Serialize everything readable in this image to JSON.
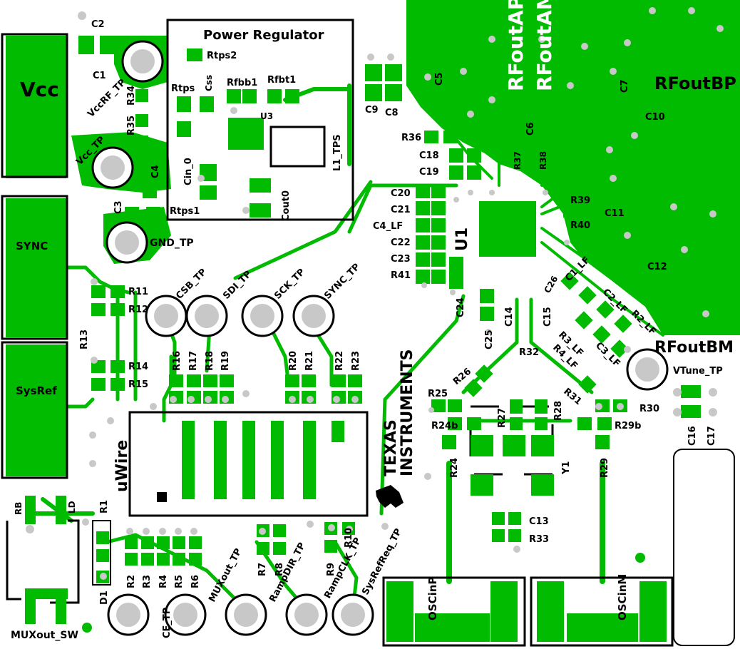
{
  "board": {
    "colors": {
      "copper": "#00bb00",
      "silkscreen": "#000000",
      "background": "#ffffff",
      "via": "#c8c8c8"
    },
    "blocks": {
      "power_regulator": "Power Regulator",
      "uwire": "uWire",
      "vcc": "Vcc",
      "sync": "SYNC",
      "sysref": "SysRef",
      "oscinp": "OSCinP",
      "oscinm": "OSCinM",
      "muxout_sw": "MUXout_SW",
      "rb": "RB",
      "ld": "LD"
    },
    "rf_labels": {
      "rfoutap": "RFoutAP",
      "rfoutam": "RFoutAM",
      "rfoutbp": "RFoutBP",
      "rfoutbm": "RFoutBM"
    },
    "logo": {
      "line1": "TEXAS",
      "line2": "INSTRUMENTS"
    },
    "test_points": {
      "vccrf_tp": "VccRF_TP",
      "vcc_tp": "Vcc_TP",
      "gnd_tp": "GND_TP",
      "csb_tp": "CSB_TP",
      "sdi_tp": "SDI_TP",
      "sck_tp": "SCK_TP",
      "sync_tp": "SYNC_TP",
      "vtune_tp": "VTune_TP",
      "ce_tp": "CE_TP",
      "muxout_tp": "MUXout_TP",
      "rampdir_tp": "RampDIR_TP",
      "rampclk_tp": "RampCLK_TP",
      "sysrefreq_tp": "SysRefReq_TP"
    },
    "refdes": {
      "c1": "C1",
      "c2": "C2",
      "c3": "C3",
      "c4": "C4",
      "c5": "C5",
      "c6": "C6",
      "c7": "C7",
      "c8": "C8",
      "c9": "C9",
      "c10": "C10",
      "c11": "C11",
      "c12": "C12",
      "c13": "C13",
      "c14": "C14",
      "c15": "C15",
      "c16": "C16",
      "c17": "C17",
      "c18": "C18",
      "c19": "C19",
      "c20": "C20",
      "c21": "C21",
      "c22": "C22",
      "c23": "C23",
      "c24": "C24",
      "c25": "C25",
      "c26": "C26",
      "c4_lf": "C4_LF",
      "c1_lf": "C1_LF",
      "c2_lf": "C2_LF",
      "c3_lf": "C3_LF",
      "css": "Css",
      "cin_0": "Cin_0",
      "cout0": "Cout0",
      "r1": "R1",
      "r2": "R2",
      "r3": "R3",
      "r4": "R4",
      "r5": "R5",
      "r6": "R6",
      "r7": "R7",
      "r8": "R8",
      "r9": "R9",
      "r10": "R10",
      "r11": "R11",
      "r12": "R12",
      "r13": "R13",
      "r14": "R14",
      "r15": "R15",
      "r16": "R16",
      "r17": "R17",
      "r18": "R18",
      "r19": "R19",
      "r20": "R20",
      "r21": "R21",
      "r22": "R22",
      "r23": "R23",
      "r24": "R24",
      "r24b": "R24b",
      "r25": "R25",
      "r26": "R26",
      "r27": "R27",
      "r28": "R28",
      "r29": "R29",
      "r29b": "R29b",
      "r30": "R30",
      "r31": "R31",
      "r32": "R32",
      "r33": "R33",
      "r34": "R34",
      "r35": "R35",
      "r36": "R36",
      "r37": "R37",
      "r38": "R38",
      "r39": "R39",
      "r40": "R40",
      "r41": "R41",
      "r2_lf": "R2_LF",
      "r3_lf": "R3_LF",
      "r4_lf": "R4_LF",
      "rtps": "Rtps",
      "rtps1": "Rtps1",
      "rtps2": "Rtps2",
      "rfbb1": "Rfbb1",
      "rfbt1": "Rfbt1",
      "u1": "U1",
      "u3": "U3",
      "y1": "Y1",
      "d1": "D1",
      "l1_tps": "L1_TPS"
    }
  }
}
